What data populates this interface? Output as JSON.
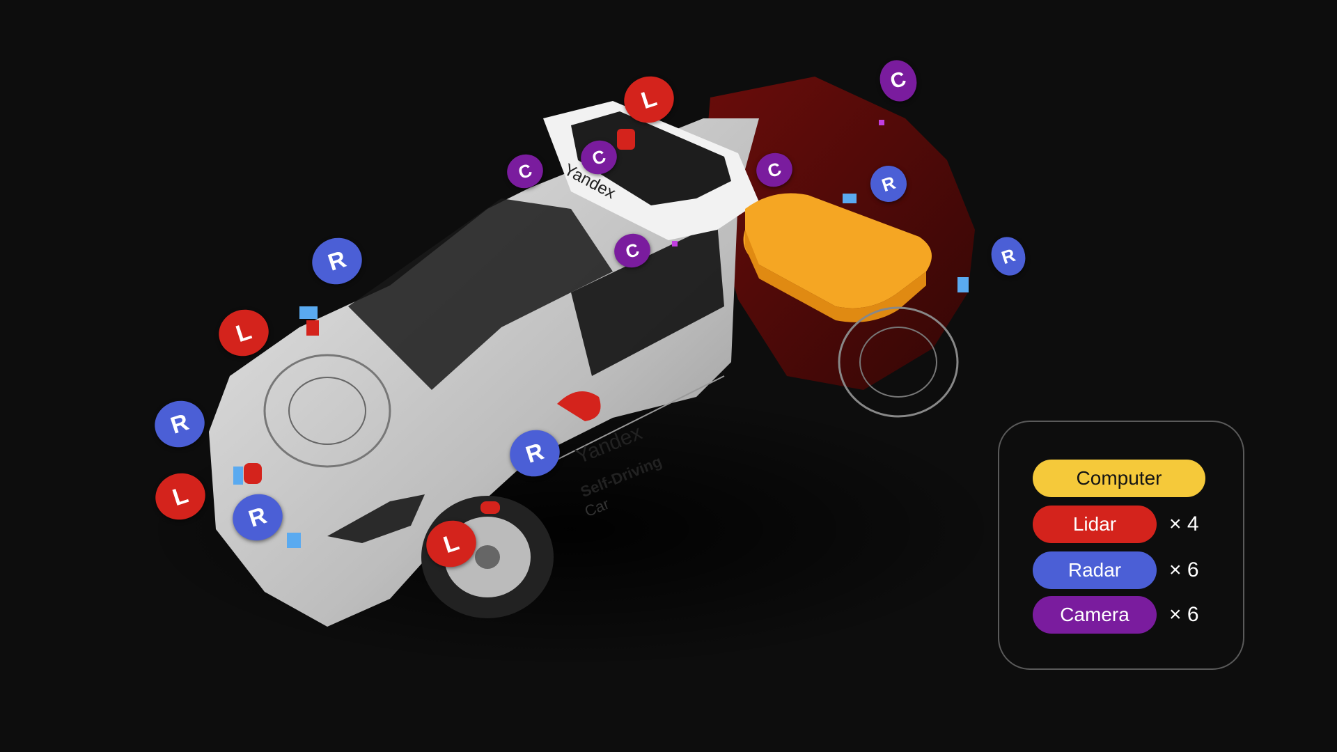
{
  "colors": {
    "background": "#0d0d0d",
    "computer": "#f5c93a",
    "lidar": "#d4231c",
    "radar": "#4b5fd6",
    "camera": "#7a1c9e",
    "car_body": "#c9c9c9"
  },
  "car": {
    "brand_roof": "Yandex",
    "brand_door": "Yandex",
    "door_line1": "Self-Driving",
    "door_line2": "Car"
  },
  "markers": {
    "lidar_letter": "L",
    "radar_letter": "R",
    "camera_letter": "C"
  },
  "legend": {
    "computer_label": "Computer",
    "lidar_label": "Lidar",
    "lidar_count": "× 4",
    "radar_label": "Radar",
    "radar_count": "× 6",
    "camera_label": "Camera",
    "camera_count": "× 6"
  }
}
